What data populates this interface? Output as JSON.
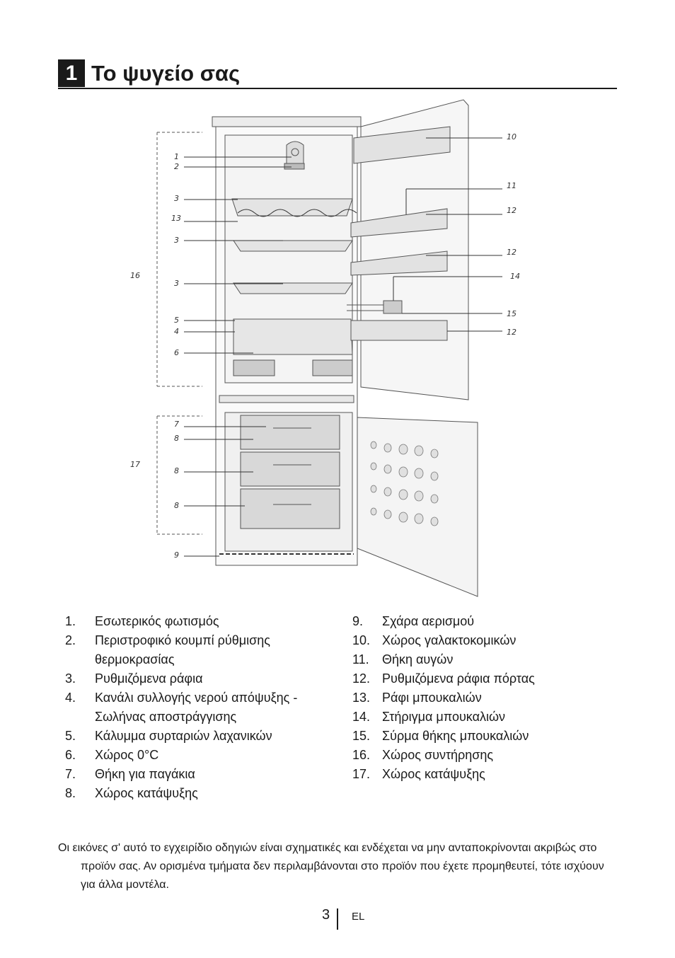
{
  "header": {
    "chapter_number": "1",
    "title": "Το ψυγείο σας"
  },
  "diagram": {
    "callouts": {
      "c1": "1",
      "c2": "2",
      "c3a": "3",
      "c13": "13",
      "c3b": "3",
      "c3c": "3",
      "c5": "5",
      "c4": "4",
      "c6": "6",
      "c7": "7",
      "c8a": "8",
      "c8b": "8",
      "c8c": "8",
      "c9": "9",
      "c10": "10",
      "c11": "11",
      "c12a": "12",
      "c12b": "12",
      "c14": "14",
      "c15": "15",
      "c12c": "12",
      "c16": "16",
      "c17": "17"
    }
  },
  "legend": {
    "left": [
      {
        "num": "1.",
        "text": "Εσωτερικός φωτισμός"
      },
      {
        "num": "2.",
        "text": "Περιστροφικό κουμπί ρύθμισης θερμοκρασίας"
      },
      {
        "num": "3.",
        "text": "Ρυθμιζόμενα ράφια"
      },
      {
        "num": "4.",
        "text": "Κανάλι συλλογής νερού απόψυξης - Σωλήνας αποστράγγισης"
      },
      {
        "num": "5.",
        "text": "Κάλυμμα συρταριών λαχανικών"
      },
      {
        "num": "6.",
        "text": "Χώρος 0°C"
      },
      {
        "num": "7.",
        "text": "Θήκη για παγάκια"
      },
      {
        "num": "8.",
        "text": "Χώρος κατάψυξης"
      }
    ],
    "right": [
      {
        "num": "9.",
        "text": "Σχάρα αερισμού"
      },
      {
        "num": "10.",
        "text": "Χώρος γαλακτοκομικών"
      },
      {
        "num": "11.",
        "text": "Θήκη αυγών"
      },
      {
        "num": "12.",
        "text": "Ρυθμιζόμενα ράφια πόρτας"
      },
      {
        "num": "13.",
        "text": "Ράφι μπουκαλιών"
      },
      {
        "num": "14.",
        "text": "Στήριγμα μπουκαλιών"
      },
      {
        "num": "15.",
        "text": "Σύρμα θήκης μπουκαλιών"
      },
      {
        "num": "16.",
        "text": "Χώρος συντήρησης"
      },
      {
        "num": "17.",
        "text": "Χώρος κατάψυξης"
      }
    ]
  },
  "note": "Οι εικόνες σ' αυτό το εγχειρίδιο οδηγιών είναι σχηματικές και ενδέχεται να μην ανταποκρίνονται ακριβώς στο προϊόν σας. Αν ορισμένα τμήματα δεν περιλαμβάνονται στο προϊόν που έχετε προμηθευτεί, τότε ισχύουν για άλλα μοντέλα.",
  "footer": {
    "page_number": "3",
    "language": "EL"
  }
}
